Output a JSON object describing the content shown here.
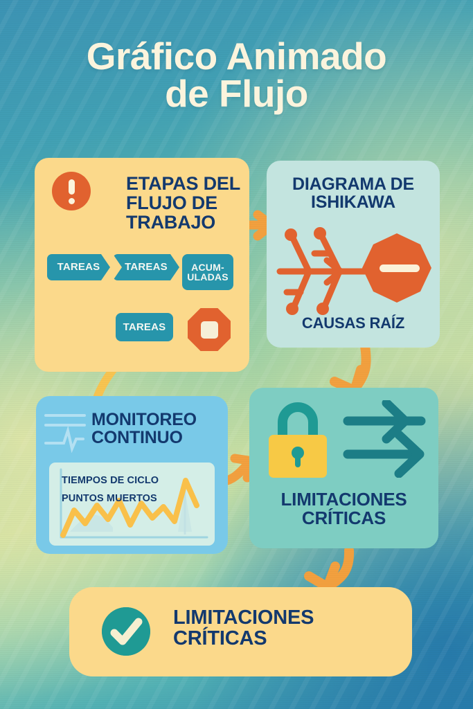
{
  "poster": {
    "title_line1": "Gráfico Animado",
    "title_line2": "de Flujo",
    "title_color": "#fbf4dd"
  },
  "palette": {
    "background_top": "#3c93b4",
    "background_mid": "#c9dfa2",
    "background_bottom": "#2b83ae",
    "heading_navy": "#13396e",
    "orange": "#e1622f",
    "arrow_orange": "#f2a03f",
    "teal_chip": "#2795ab",
    "yellow": "#fbd98b",
    "cream": "#fbf4dd",
    "lock_yellow": "#f7c945",
    "lock_teal": "#1f9a94",
    "line_chart_yellow": "#f9c04a"
  },
  "cards": {
    "stages": {
      "heading": "ETAPAS DEL FLUJO DE TRABAJO",
      "background": "#fbd98b",
      "icon": "alert-exclamation-icon",
      "flow": {
        "chip_a": "TAREAS",
        "chip_b": "TAREAS",
        "chip_c_line1": "ACUM-",
        "chip_c_line2": "ULADAS",
        "chip_d": "TAREAS",
        "stop_shape": "octagon"
      }
    },
    "ishikawa": {
      "heading": "DIAGRAMA DE ISHIKAWA",
      "footer": "CAUSAS RAÍZ",
      "background": "#c3e4df",
      "icon": "fishbone-diagram-icon"
    },
    "monitor": {
      "heading": "MONITOREO CONTINUO",
      "background": "#79c9e8",
      "icon": "pulse-waveform-icon",
      "chart_label_1": "TIEMPOS DE CICLO",
      "chart_label_2": "PUNTOS MUERTOS"
    },
    "limits": {
      "heading": "LIMITACIONES CRÍTICAS",
      "background": "#7ecdc2",
      "icon": "padlock-icon",
      "icon_secondary": "double-arrow-right-icon"
    },
    "final": {
      "heading": "LIMITACIONES CRÍTICAS",
      "background": "#fbd98b",
      "icon": "check-circle-icon"
    }
  },
  "connectors": [
    {
      "name": "stages-to-ishikawa",
      "style": "straight-arrow-right",
      "color": "#f2a03f"
    },
    {
      "name": "ishikawa-to-limits",
      "style": "curved-arrow-down",
      "color": "#f2a03f"
    },
    {
      "name": "stages-to-monitor",
      "style": "curved-line",
      "color": "#f7c451"
    },
    {
      "name": "monitor-to-limits",
      "style": "curved-arrow-right",
      "color": "#f2a03f"
    },
    {
      "name": "limits-to-final",
      "style": "curved-arrow-down-left",
      "color": "#f2a03f"
    }
  ],
  "chart_data": {
    "type": "line",
    "title": "TIEMPOS DE CICLO / PUNTOS MUERTOS",
    "xlabel": "",
    "ylabel": "",
    "grid": false,
    "legend": "none",
    "series": [
      {
        "name": "Tiempos de ciclo / Puntos muertos",
        "color": "#f9c04a",
        "x": [
          0,
          1,
          2,
          3,
          4,
          5,
          6,
          7,
          8,
          9,
          10,
          11,
          12
        ],
        "values": [
          4,
          42,
          18,
          50,
          26,
          60,
          14,
          54,
          30,
          48,
          22,
          92,
          56
        ]
      }
    ],
    "ylim": [
      0,
      100
    ],
    "xlim": [
      0,
      12
    ]
  }
}
